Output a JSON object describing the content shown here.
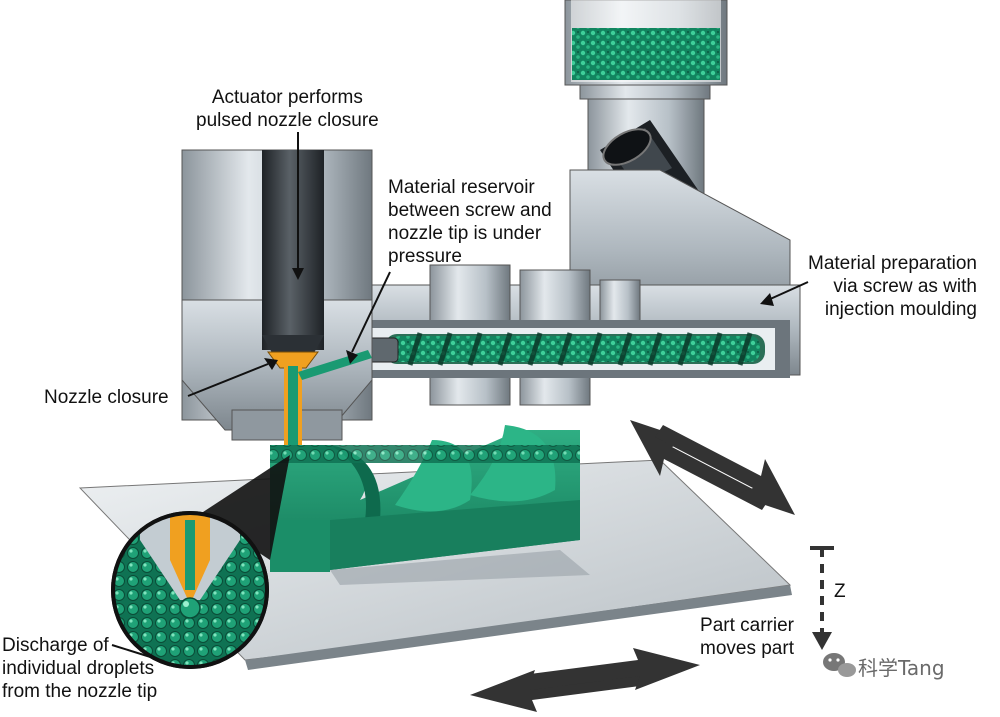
{
  "labels": {
    "actuator": [
      "Actuator performs",
      "pulsed nozzle closure"
    ],
    "reservoir": [
      "Material reservoir",
      "between screw and",
      "nozzle tip is under",
      "pressure"
    ],
    "preparation": [
      "Material preparation",
      "via screw as with",
      "injection moulding"
    ],
    "nozzle_closure": "Nozzle closure",
    "discharge": [
      "Discharge of",
      "individual droplets",
      "from the nozzle tip"
    ],
    "part_carrier": [
      "Part carrier",
      "moves part"
    ],
    "z_axis": "Z"
  },
  "watermark": "科学Tang",
  "colors": {
    "material_green": "#1a9a72",
    "material_dark": "#0d6e4f",
    "nozzle_orange": "#f0a020",
    "machine_grey": "#b9c2c9",
    "machine_dark": "#5d666d",
    "arrow_dark": "#333333"
  }
}
